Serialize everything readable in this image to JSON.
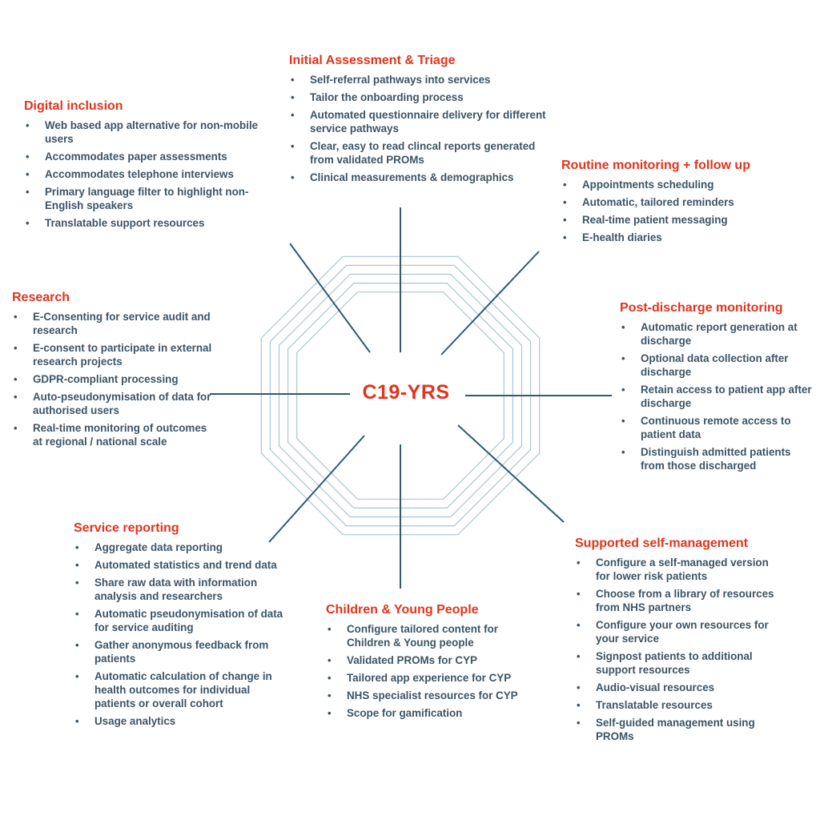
{
  "center": {
    "title": "C19-YRS"
  },
  "colors": {
    "heading": "#e2341c",
    "text": "#3b5566",
    "octagon": "#a9c6d2",
    "spoke": "#2f5a70"
  },
  "sections": {
    "initial": {
      "title": "Initial Assessment & Triage",
      "items": [
        "Self-referral pathways into services",
        "Tailor the onboarding process",
        "Automated questionnaire delivery for different service pathways",
        "Clear, easy to read clincal reports generated from validated PROMs",
        "Clinical measurements & demographics"
      ]
    },
    "digital": {
      "title": "Digital inclusion",
      "items": [
        "Web based app alternative for non-mobile users",
        "Accommodates paper assessments",
        "Accommodates telephone interviews",
        "Primary language filter to highlight non-English speakers",
        "Translatable support resources"
      ]
    },
    "routine": {
      "title": "Routine monitoring + follow up",
      "items": [
        "Appointments scheduling",
        "Automatic, tailored reminders",
        "Real-time patient messaging",
        "E-health diaries"
      ]
    },
    "research": {
      "title": "Research",
      "items": [
        "E-Consenting for service audit and research",
        "E-consent to participate in external research projects",
        "GDPR-compliant processing",
        "Auto-pseudonymisation of data for authorised users",
        "Real-time monitoring of outcomes at regional / national scale"
      ]
    },
    "postdischarge": {
      "title": "Post-discharge monitoring",
      "items": [
        "Automatic report generation at discharge",
        "Optional data collection after discharge",
        "Retain access to patient app after discharge",
        "Continuous remote access to patient data",
        "Distinguish admitted patients from those discharged"
      ]
    },
    "service": {
      "title": "Service reporting",
      "items": [
        "Aggregate data reporting",
        "Automated statistics and trend data",
        "Share raw data with information analysis and researchers",
        "Automatic pseudonymisation of data for service auditing",
        "Gather anonymous feedback from patients",
        "Automatic calculation of change in health outcomes for individual patients or overall cohort",
        "Usage analytics"
      ]
    },
    "children": {
      "title": "Children & Young People",
      "items": [
        "Configure tailored content for Children & Young people",
        "Validated PROMs for CYP",
        "Tailored app experience for CYP",
        "NHS specialist resources for CYP",
        "Scope for gamification"
      ]
    },
    "selfmgmt": {
      "title": "Supported self-management",
      "items": [
        "Configure a self-managed version for lower risk patients",
        "Choose from a library of resources from NHS partners",
        "Configure your own resources for your service",
        "Signpost patients to additional support resources",
        "Audio-visual resources",
        "Translatable resources",
        "Self-guided management using PROMs"
      ]
    }
  }
}
